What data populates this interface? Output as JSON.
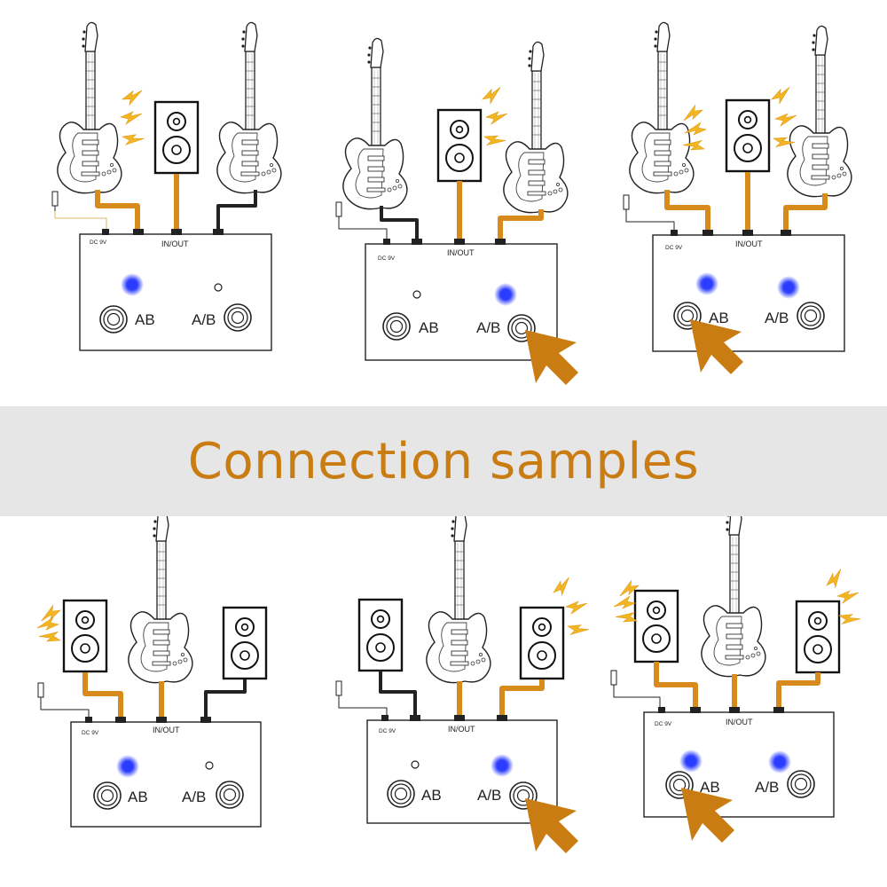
{
  "banner": {
    "title": "Connection samples"
  },
  "colors": {
    "orange": "#c97c12",
    "cable": "#d88a1c",
    "led": "#2a3cff",
    "lightning": "#f2b524",
    "banner_bg": "#e6e6e6"
  },
  "labels": {
    "ab": "AB",
    "a_slash_b": "A/B",
    "in_out": "IN/OUT",
    "dc": "DC 9V"
  },
  "panels": [
    {
      "id": "top-1",
      "top": [
        "guitar",
        "speaker",
        "guitar"
      ],
      "active_speaker": [
        true
      ],
      "led_left": true,
      "led_right": false,
      "pointer": "none"
    },
    {
      "id": "top-2",
      "top": [
        "guitar",
        "speaker",
        "guitar"
      ],
      "active_speaker": [
        true
      ],
      "led_left": false,
      "led_right": true,
      "pointer": "right"
    },
    {
      "id": "top-3",
      "top": [
        "guitar",
        "speaker",
        "guitar"
      ],
      "active_speaker": [
        true
      ],
      "led_left": true,
      "led_right": true,
      "pointer": "left"
    },
    {
      "id": "bottom-1",
      "top": [
        "speaker",
        "guitar",
        "speaker"
      ],
      "active_speaker": [
        true,
        false
      ],
      "led_left": true,
      "led_right": false,
      "pointer": "none"
    },
    {
      "id": "bottom-2",
      "top": [
        "speaker",
        "guitar",
        "speaker"
      ],
      "active_speaker": [
        false,
        true
      ],
      "led_left": false,
      "led_right": true,
      "pointer": "right"
    },
    {
      "id": "bottom-3",
      "top": [
        "speaker",
        "guitar",
        "speaker"
      ],
      "active_speaker": [
        true,
        true
      ],
      "led_left": true,
      "led_right": true,
      "pointer": "left"
    }
  ]
}
